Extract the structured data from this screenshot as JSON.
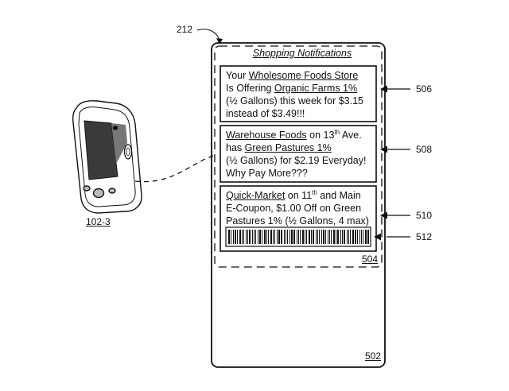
{
  "labels": {
    "screen": "212",
    "phone": "102-3",
    "card1": "506",
    "card2": "508",
    "card3": "510",
    "coupon": "512",
    "group": "504",
    "device": "502"
  },
  "panel": {
    "title": "Shopping Notifications"
  },
  "card1": {
    "line1_pre": "Your ",
    "store": "Wholesome Foods Store",
    "line2_pre": "Is Offering ",
    "brand": "Organic Farms 1%",
    "line3": "(½ Gallons) this week for $3.15",
    "line4": "instead of $3.49!!!"
  },
  "card2": {
    "store": "Warehouse Foods",
    "line1_mid": " on 13",
    "line1_sup": "th",
    "line1_post": " Ave.",
    "line2_pre": "has ",
    "brand": "Green Pastures 1%",
    "line3": "(½ Gallons) for $2.19 Everyday!",
    "line4": "Why Pay More???"
  },
  "card3": {
    "store": "Quick-Market",
    "line1_mid": " on 11",
    "line1_sup": "th",
    "line1_post": " and Main",
    "line2": "E-Coupon, $1.00 Off on Green",
    "line3": "Pastures 1% (½ Gallons, 4 max)"
  }
}
